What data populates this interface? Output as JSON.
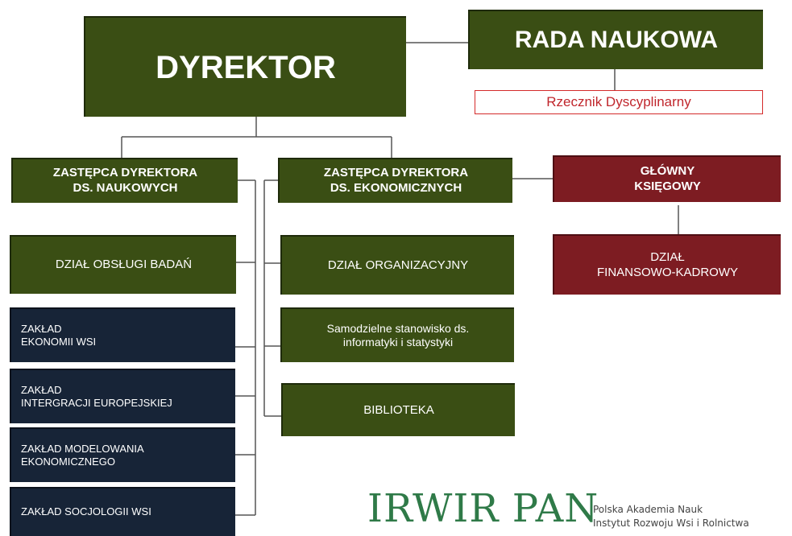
{
  "colors": {
    "green": "#3a4e14",
    "navy": "#172437",
    "maroon": "#7d1c22",
    "red_outline": "#d42a2a",
    "logo_green": "#2f7a48"
  },
  "nodes": {
    "dyrektor": "DYREKTOR",
    "rada_naukowa": "RADA NAUKOWA",
    "rzecznik": "Rzecznik Dyscyplinarny",
    "zastepca_naukowy": "ZASTĘPCA DYREKTORA\nDS. NAUKOWYCH",
    "zastepca_ekonomiczny": "ZASTĘPCA DYREKTORA\nDS. EKONOMICZNYCH",
    "glowny_ksiegowy": "GŁÓWNY\nKSIĘGOWY",
    "dzial_obslugi": "DZIAŁ OBSŁUGI BADAŃ",
    "dzial_organizacyjny": "DZIAŁ ORGANIZACYJNY",
    "dzial_finansowo": "DZIAŁ\nFINANSOWO-KADROWY",
    "zaklad_ekonomii": "ZAKŁAD\nEKONOMII WSI",
    "zaklad_integracji": "ZAKŁAD\nINTERGRACJI EUROPEJSKIEJ",
    "zaklad_modelowania": "ZAKŁAD MODELOWANIA\nEKONOMICZNEGO",
    "zaklad_socjologii": "ZAKŁAD  SOCJOLOGII WSI",
    "samodzielne": "Samodzielne stanowisko ds.\ninformatyki i statystyki",
    "biblioteka": "BIBLIOTEKA"
  },
  "logo": {
    "main": "IRWIR PAN",
    "line1": "Polska Akademia Nauk",
    "line2": "Instytut Rozwoju Wsi i Rolnictwa"
  }
}
